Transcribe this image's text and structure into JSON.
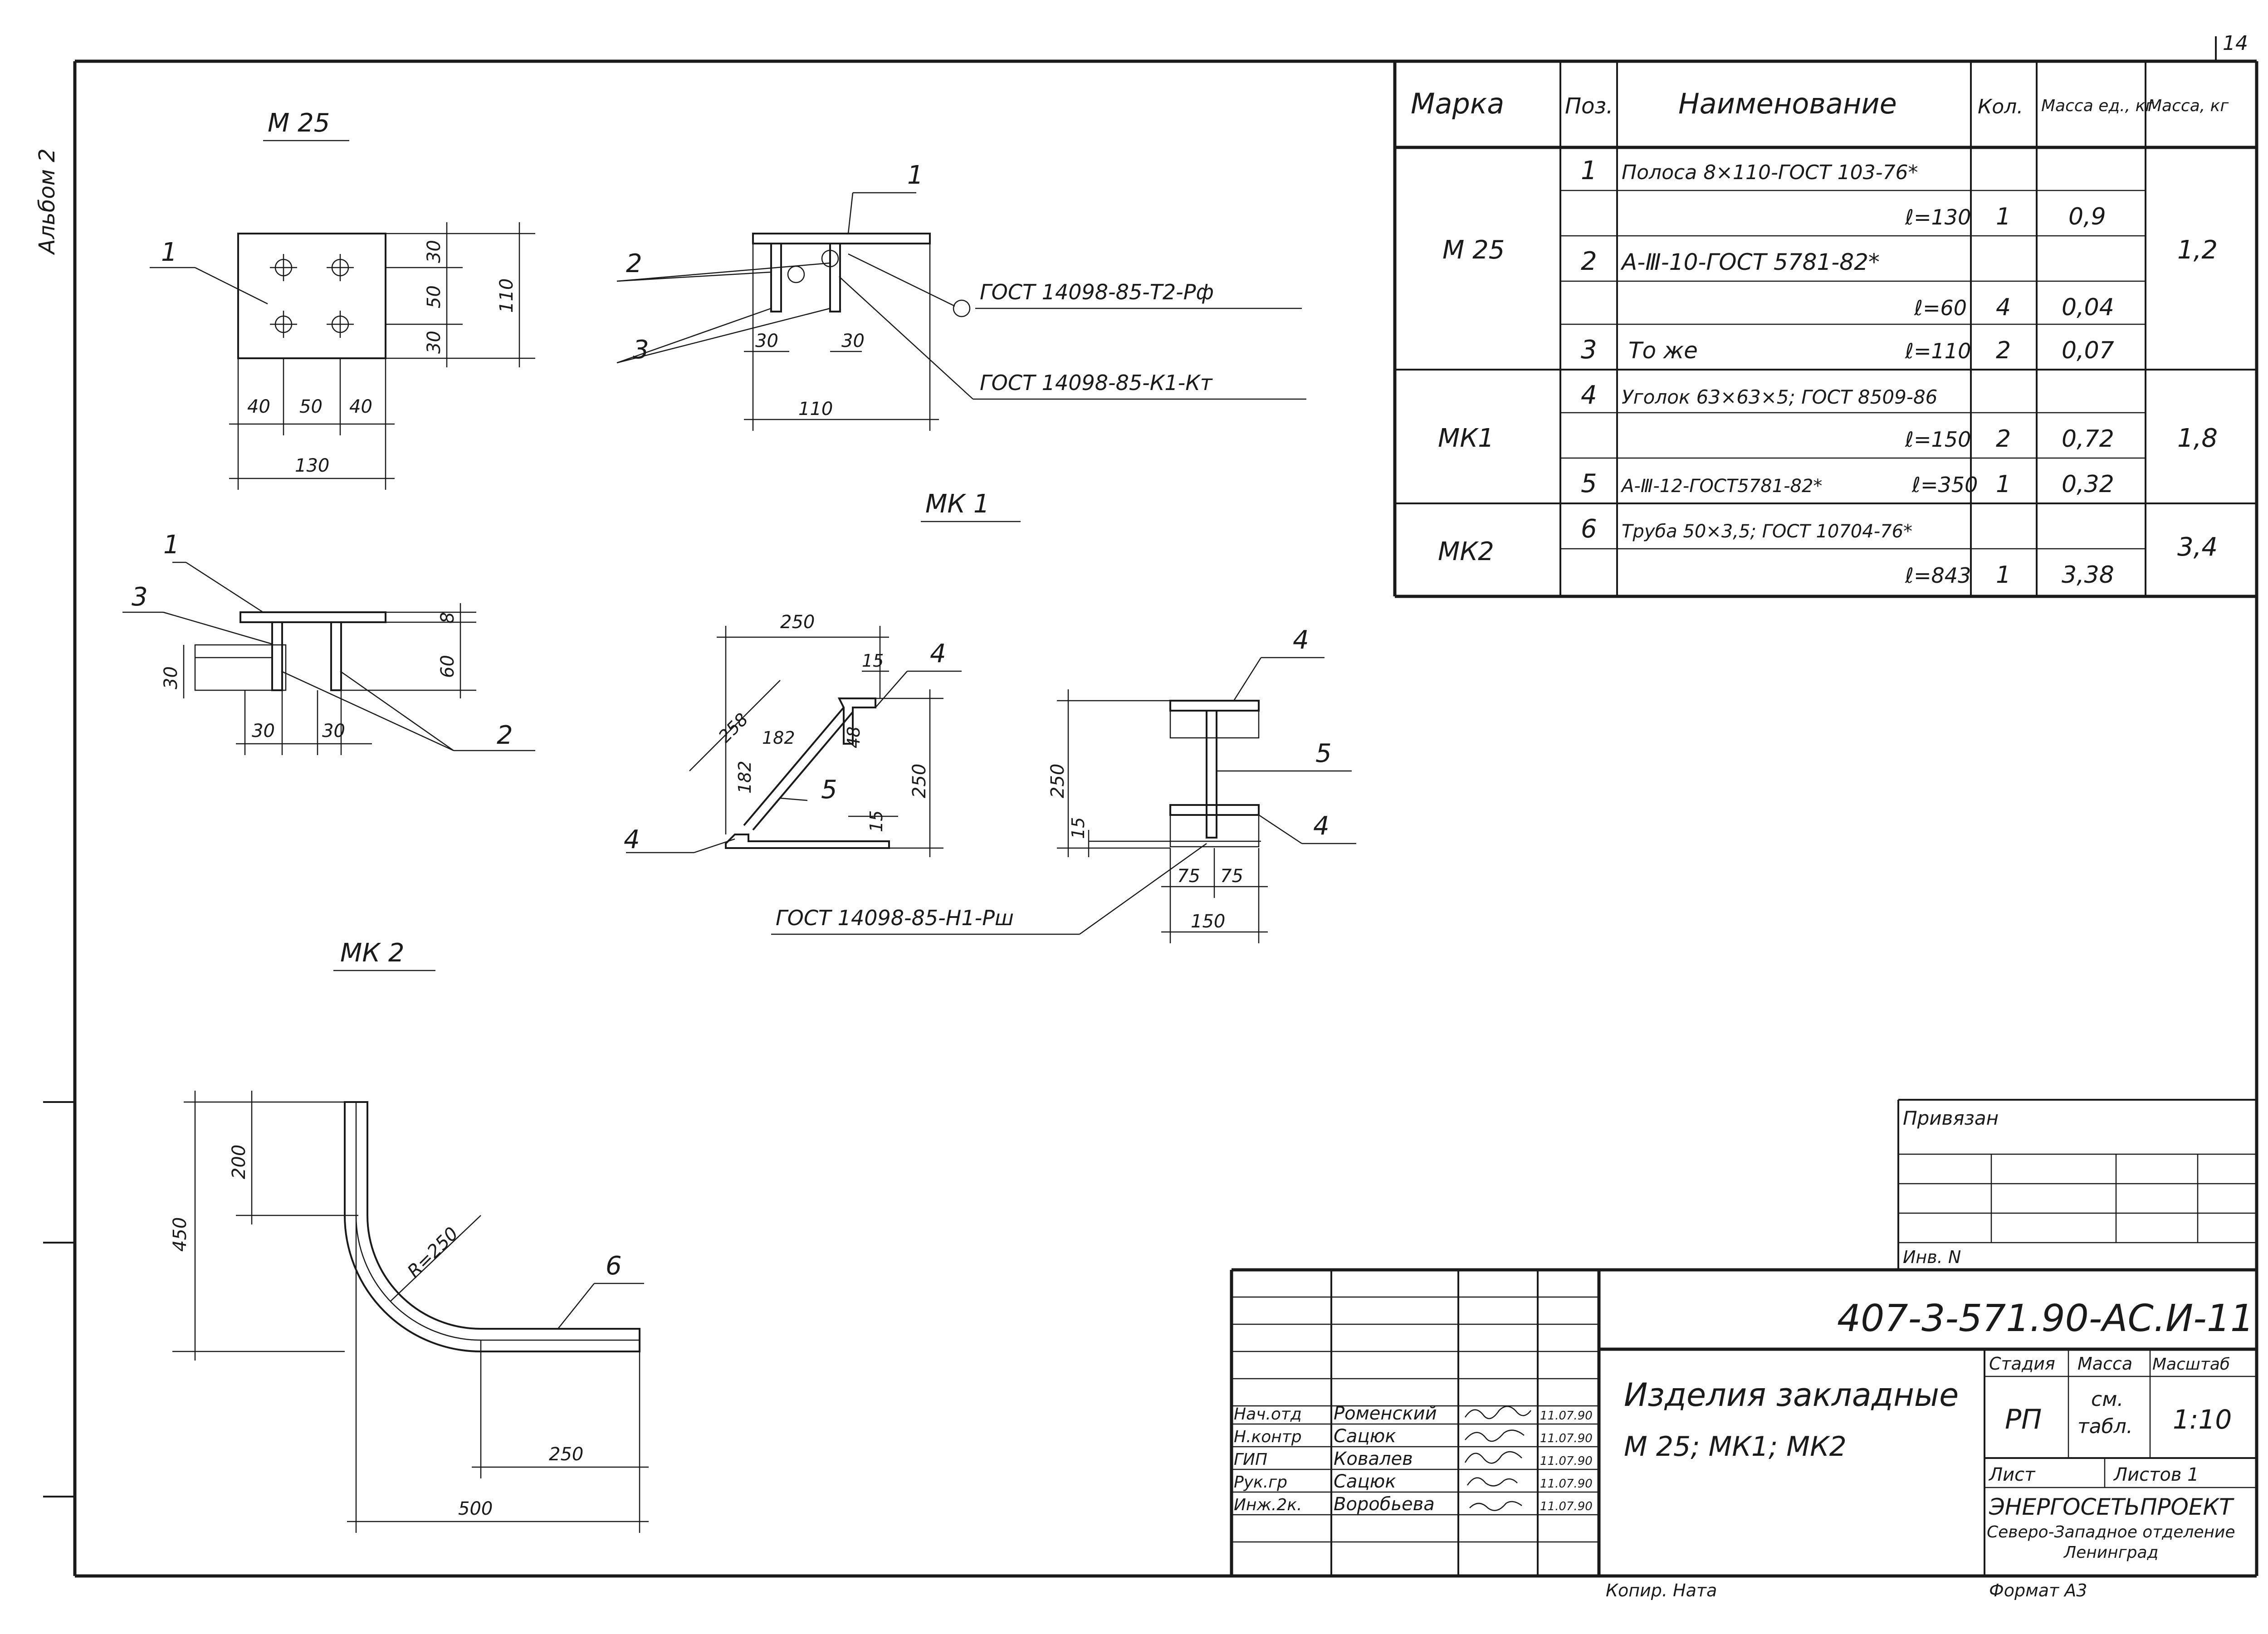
{
  "sheet": {
    "page_number": "14",
    "album": "Альбом 2",
    "copied": "Копир. Ната",
    "format": "Формат А3"
  },
  "drawing_m25": {
    "title": "М 25",
    "plan_dims": [
      "30",
      "50",
      "30",
      "110",
      "40",
      "50",
      "40",
      "130"
    ],
    "side_dims": [
      "30",
      "30",
      "110"
    ],
    "front_dims": [
      "8",
      "60",
      "30",
      "30",
      "30"
    ],
    "callouts": [
      "1",
      "2",
      "3",
      "1",
      "3",
      "1",
      "2"
    ],
    "weld1": "ГОСТ 14098-85-Т2-Рф",
    "weld2": "ГОСТ 14098-85-К1-Кт"
  },
  "drawing_mk1": {
    "title": "МК 1",
    "dims": [
      "250",
      "15",
      "258",
      "182",
      "182",
      "48",
      "15",
      "250",
      "250",
      "15",
      "75",
      "75",
      "150"
    ],
    "callouts": [
      "4",
      "5",
      "4",
      "4",
      "5",
      "4"
    ],
    "weld": "ГОСТ 14098-85-Н1-Рш"
  },
  "drawing_mk2": {
    "title": "МК 2",
    "dims": [
      "200",
      "450",
      "R=250",
      "250",
      "500"
    ],
    "callout": "6"
  },
  "spec_table": {
    "headers": [
      "Марка",
      "Поз.",
      "Наименование",
      "Кол.",
      "Масса ед., кг",
      "Масса, кг"
    ],
    "groups": [
      {
        "mark": "М 25",
        "total": "1,2",
        "rows": [
          {
            "pos": "1",
            "name": "Полоса 8×110-ГОСТ 103-76*",
            "len": "",
            "qty": "",
            "mass": ""
          },
          {
            "pos": "",
            "name": "",
            "len": "ℓ=130",
            "qty": "1",
            "mass": "0,9"
          },
          {
            "pos": "2",
            "name": "А-Ⅲ-10-ГОСТ 5781-82*",
            "len": "",
            "qty": "",
            "mass": ""
          },
          {
            "pos": "",
            "name": "",
            "len": "ℓ=60",
            "qty": "4",
            "mass": "0,04"
          },
          {
            "pos": "3",
            "name": "То же",
            "len": "ℓ=110",
            "qty": "2",
            "mass": "0,07"
          }
        ]
      },
      {
        "mark": "МК1",
        "total": "1,8",
        "rows": [
          {
            "pos": "4",
            "name": "Уголок 63×63×5; ГОСТ 8509-86",
            "len": "",
            "qty": "",
            "mass": ""
          },
          {
            "pos": "",
            "name": "",
            "len": "ℓ=150",
            "qty": "2",
            "mass": "0,72"
          },
          {
            "pos": "5",
            "name": "А-Ⅲ-12-ГОСТ5781-82*",
            "len": "ℓ=350",
            "qty": "1",
            "mass": "0,32"
          }
        ]
      },
      {
        "mark": "МК2",
        "total": "3,4",
        "rows": [
          {
            "pos": "6",
            "name": "Труба 50×3,5; ГОСТ 10704-76*",
            "len": "",
            "qty": "",
            "mass": ""
          },
          {
            "pos": "",
            "name": "",
            "len": "ℓ=843",
            "qty": "1",
            "mass": "3,38"
          }
        ]
      }
    ]
  },
  "binding_box": {
    "title": "Привязан",
    "inv": "Инв. N"
  },
  "title_block": {
    "doc_code": "407-3-571.90-АС.И-11",
    "name_line1": "Изделия закладные",
    "name_line2": "М 25; МК1; МК2",
    "stage_hdr": "Стадия",
    "mass_hdr": "Масса",
    "scale_hdr": "Масштаб",
    "stage": "РП",
    "mass_line1": "см.",
    "mass_line2": "табл.",
    "scale": "1:10",
    "sheet_lbl": "Лист",
    "sheets_lbl": "Листов 1",
    "org1": "ЭНЕРГОСЕТЬПРОЕКТ",
    "org2": "Северо-Западное отделение",
    "org3": "Ленинград",
    "staff": [
      {
        "role": "Нач.отд",
        "name": "Роменский",
        "date": "11.07.90"
      },
      {
        "role": "Н.контр",
        "name": "Сацюк",
        "date": "11.07.90"
      },
      {
        "role": "ГИП",
        "name": "Ковалев",
        "date": "11.07.90"
      },
      {
        "role": "Рук.гр",
        "name": "Сацюк",
        "date": "11.07.90"
      },
      {
        "role": "Инж.2к.",
        "name": "Воробьева",
        "date": "11.07.90"
      }
    ]
  }
}
